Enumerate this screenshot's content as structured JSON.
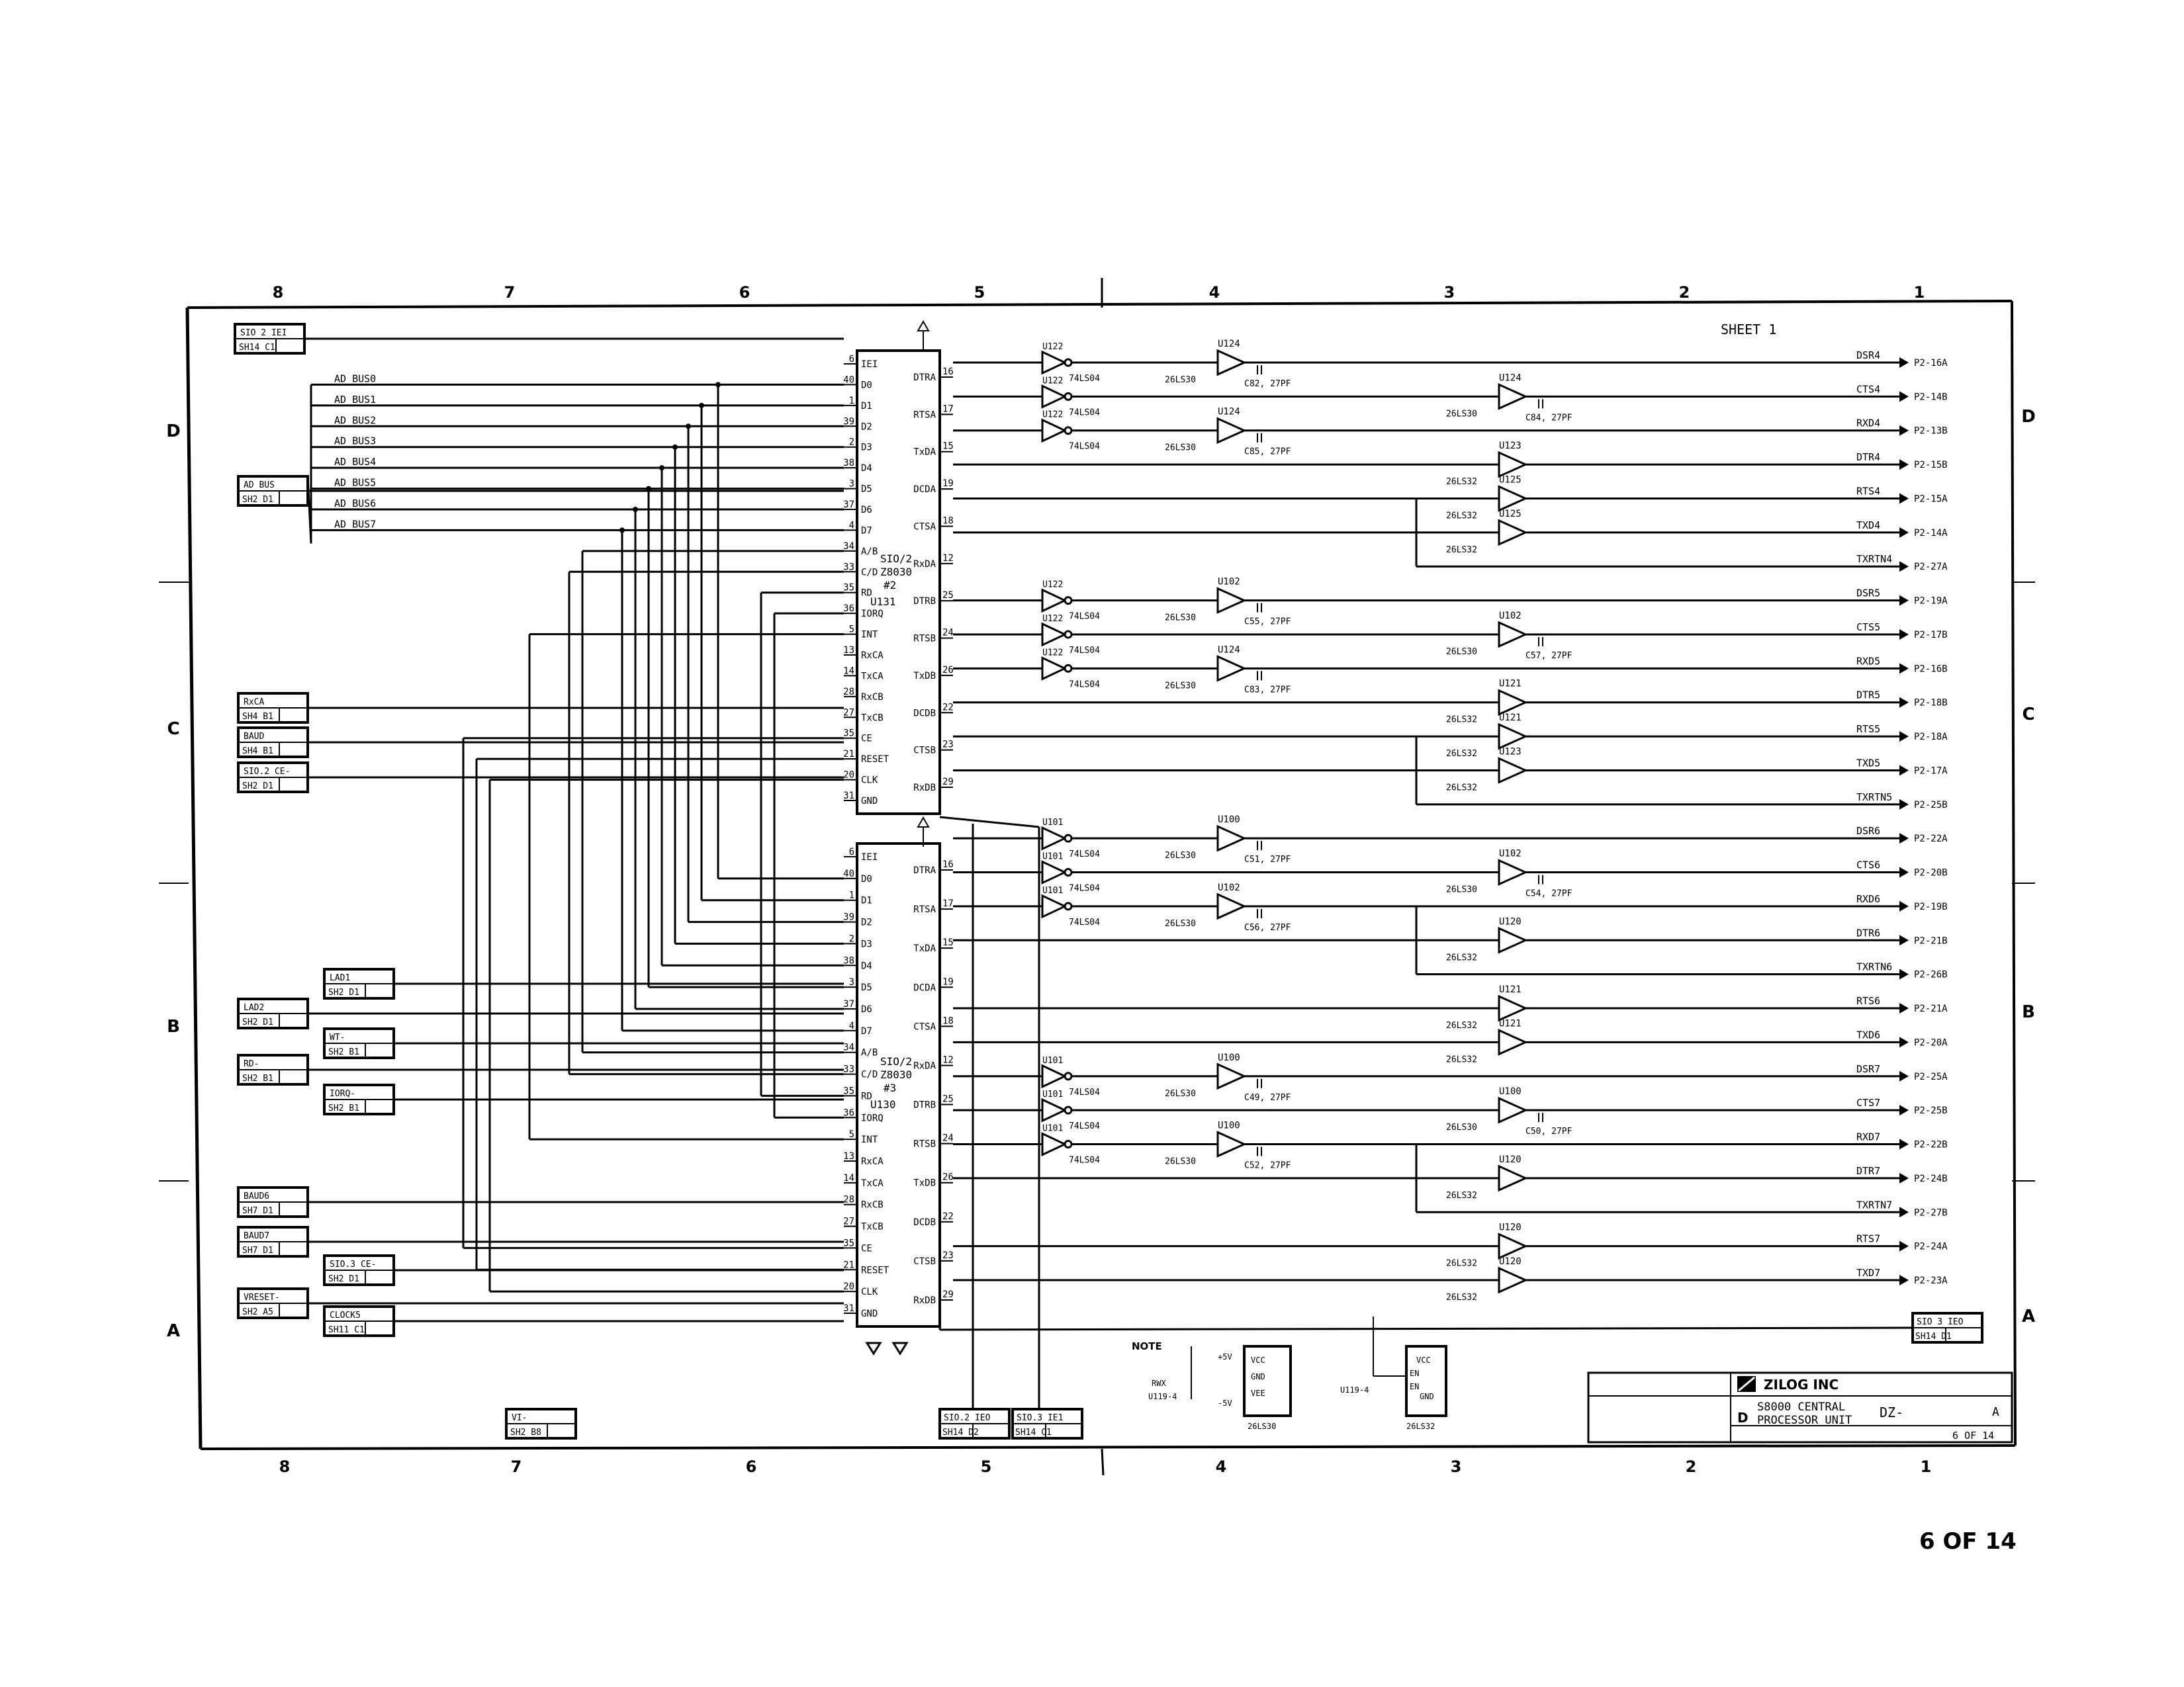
{
  "sheet": {
    "page_number": "6 OF 14",
    "zone_columns": [
      "8",
      "7",
      "6",
      "5",
      "4",
      "3",
      "2",
      "1"
    ],
    "zone_rows": [
      "D",
      "C",
      "B",
      "A"
    ],
    "sheet_ref": "SHEET 1"
  },
  "title_block": {
    "company": "ZILOG INC",
    "size": "D",
    "title_line1": "S8000 CENTRAL",
    "title_line2": "PROCESSOR UNIT",
    "doc_prefix": "DZ-",
    "sheet": "6 OF 14",
    "rev": "A"
  },
  "chips": {
    "upper": {
      "name": "SIO/2 Z8030 #2",
      "ref": "U131",
      "left_pins": [
        {
          "num": "6",
          "label": "IEI"
        },
        {
          "num": "40",
          "label": "D0"
        },
        {
          "num": "1",
          "label": "D1"
        },
        {
          "num": "39",
          "label": "D2"
        },
        {
          "num": "2",
          "label": "D3"
        },
        {
          "num": "38",
          "label": "D4"
        },
        {
          "num": "3",
          "label": "D5"
        },
        {
          "num": "37",
          "label": "D6"
        },
        {
          "num": "4",
          "label": "D7"
        },
        {
          "num": "34",
          "label": "A/B"
        },
        {
          "num": "33",
          "label": "C/D"
        },
        {
          "num": "35",
          "label": "RD"
        },
        {
          "num": "36",
          "label": "IORQ"
        },
        {
          "num": "5",
          "label": "INT"
        },
        {
          "num": "13",
          "label": "RxCA"
        },
        {
          "num": "14",
          "label": "TxCA"
        },
        {
          "num": "28",
          "label": "RxCB"
        },
        {
          "num": "27",
          "label": "TxCB"
        },
        {
          "num": "35",
          "label": "CE"
        },
        {
          "num": "21",
          "label": "RESET"
        },
        {
          "num": "20",
          "label": "CLK"
        },
        {
          "num": "31",
          "label": "GND"
        }
      ],
      "right_pins": [
        {
          "num": "16",
          "label": "DTRA"
        },
        {
          "num": "17",
          "label": "RTSA"
        },
        {
          "num": "15",
          "label": "TxDA"
        },
        {
          "num": "19",
          "label": "DCDA"
        },
        {
          "num": "18",
          "label": "CTSA"
        },
        {
          "num": "12",
          "label": "RxDA"
        },
        {
          "num": "25",
          "label": "DTRB"
        },
        {
          "num": "24",
          "label": "RTSB"
        },
        {
          "num": "26",
          "label": "TxDB"
        },
        {
          "num": "22",
          "label": "DCDB"
        },
        {
          "num": "23",
          "label": "CTSB"
        },
        {
          "num": "29",
          "label": "RxDB"
        }
      ]
    },
    "lower": {
      "name": "SIO/2 Z8030 #3",
      "ref": "U130",
      "left_pins": [
        {
          "num": "6",
          "label": "IEI"
        },
        {
          "num": "40",
          "label": "D0"
        },
        {
          "num": "1",
          "label": "D1"
        },
        {
          "num": "39",
          "label": "D2"
        },
        {
          "num": "2",
          "label": "D3"
        },
        {
          "num": "38",
          "label": "D4"
        },
        {
          "num": "3",
          "label": "D5"
        },
        {
          "num": "37",
          "label": "D6"
        },
        {
          "num": "4",
          "label": "D7"
        },
        {
          "num": "34",
          "label": "A/B"
        },
        {
          "num": "33",
          "label": "C/D"
        },
        {
          "num": "35",
          "label": "RD"
        },
        {
          "num": "36",
          "label": "IORQ"
        },
        {
          "num": "5",
          "label": "INT"
        },
        {
          "num": "13",
          "label": "RxCA"
        },
        {
          "num": "14",
          "label": "TxCA"
        },
        {
          "num": "28",
          "label": "RxCB"
        },
        {
          "num": "27",
          "label": "TxCB"
        },
        {
          "num": "35",
          "label": "CE"
        },
        {
          "num": "21",
          "label": "RESET"
        },
        {
          "num": "20",
          "label": "CLK"
        },
        {
          "num": "31",
          "label": "GND"
        }
      ],
      "right_pins": [
        {
          "num": "16",
          "label": "DTRA"
        },
        {
          "num": "17",
          "label": "RTSA"
        },
        {
          "num": "15",
          "label": "TxDA"
        },
        {
          "num": "19",
          "label": "DCDA"
        },
        {
          "num": "18",
          "label": "CTSA"
        },
        {
          "num": "12",
          "label": "RxDA"
        },
        {
          "num": "25",
          "label": "DTRB"
        },
        {
          "num": "24",
          "label": "RTSB"
        },
        {
          "num": "26",
          "label": "TxDB"
        },
        {
          "num": "22",
          "label": "DCDB"
        },
        {
          "num": "23",
          "label": "CTSB"
        },
        {
          "num": "29",
          "label": "RxDB"
        }
      ]
    }
  },
  "offpage_inputs": [
    {
      "label": "SIO 2 IEI",
      "ref": "SH14 C1"
    },
    {
      "label": "AD BUS",
      "ref": "SH2 D1"
    },
    {
      "label": "RxCA",
      "ref": "SH4 B1"
    },
    {
      "label": "BAUD",
      "ref": "SH4 B1"
    },
    {
      "label": "SIO.2 CE-",
      "ref": "SH2 D1"
    },
    {
      "label": "LAD1",
      "ref": "SH2 D1"
    },
    {
      "label": "LAD2",
      "ref": "SH2 D1"
    },
    {
      "label": "WT-",
      "ref": "SH2 B1"
    },
    {
      "label": "RD-",
      "ref": "SH2 B1"
    },
    {
      "label": "IORQ-",
      "ref": "SH2 B1"
    },
    {
      "label": "BAUD6",
      "ref": "SH7 D1"
    },
    {
      "label": "BAUD7",
      "ref": "SH7 D1"
    },
    {
      "label": "SIO.3 CE-",
      "ref": "SH2 D1"
    },
    {
      "label": "VRESET-",
      "ref": "SH2 A5"
    },
    {
      "label": "CLOCK5",
      "ref": "SH11 C1"
    },
    {
      "label": "VI-",
      "ref": "SH2 B8"
    }
  ],
  "bus_labels": [
    "AD BUS0",
    "AD BUS1",
    "AD BUS2",
    "AD BUS3",
    "AD BUS4",
    "AD BUS5",
    "AD BUS6",
    "AD BUS7"
  ],
  "offpage_outputs_bottom": [
    {
      "label": "SIO.2 IEO",
      "ref": "SH14 D2"
    },
    {
      "label": "SIO.3 IE1",
      "ref": "SH14 C1"
    },
    {
      "label": "SIO 3 IEO",
      "ref": "SH14 D1"
    }
  ],
  "port_signals": [
    {
      "signal": "DSR4",
      "pin": "P2-16A",
      "dir": "in",
      "gate": "U124",
      "type": "26LS30",
      "cap": "C82, 27PF"
    },
    {
      "signal": "CTS4",
      "pin": "P2-14B",
      "dir": "out",
      "gate": "U124",
      "type": "26LS30",
      "cap": "C84, 27PF"
    },
    {
      "signal": "RXD4",
      "pin": "P2-13B",
      "dir": "in",
      "gate": "U124",
      "type": "26LS30",
      "cap": "C85, 27PF"
    },
    {
      "signal": "DTR4",
      "pin": "P2-15B",
      "dir": "out",
      "gate": "U123",
      "type": "26LS32",
      "cap": ""
    },
    {
      "signal": "RTS4",
      "pin": "P2-15A",
      "dir": "out",
      "gate": "U125",
      "type": "26LS32",
      "cap": ""
    },
    {
      "signal": "TXD4",
      "pin": "P2-14A",
      "dir": "out",
      "gate": "U125",
      "type": "26LS32",
      "cap": ""
    },
    {
      "signal": "TXRTN4",
      "pin": "P2-27A",
      "dir": "out",
      "gate": "",
      "type": "",
      "cap": ""
    },
    {
      "signal": "DSR5",
      "pin": "P2-19A",
      "dir": "in",
      "gate": "U102",
      "type": "26LS30",
      "cap": "C55, 27PF"
    },
    {
      "signal": "CTS5",
      "pin": "P2-17B",
      "dir": "out",
      "gate": "U102",
      "type": "26LS30",
      "cap": "C57, 27PF"
    },
    {
      "signal": "RXD5",
      "pin": "P2-16B",
      "dir": "in",
      "gate": "U124",
      "type": "26LS30",
      "cap": "C83, 27PF"
    },
    {
      "signal": "DTR5",
      "pin": "P2-18B",
      "dir": "out",
      "gate": "U121",
      "type": "26LS32",
      "cap": ""
    },
    {
      "signal": "RTS5",
      "pin": "P2-18A",
      "dir": "out",
      "gate": "U121",
      "type": "26LS32",
      "cap": ""
    },
    {
      "signal": "TXD5",
      "pin": "P2-17A",
      "dir": "out",
      "gate": "U123",
      "type": "26LS32",
      "cap": ""
    },
    {
      "signal": "TXRTN5",
      "pin": "P2-25B",
      "dir": "out",
      "gate": "",
      "type": "",
      "cap": ""
    },
    {
      "signal": "DSR6",
      "pin": "P2-22A",
      "dir": "in",
      "gate": "U100",
      "type": "26LS30",
      "cap": "C51, 27PF"
    },
    {
      "signal": "CTS6",
      "pin": "P2-20B",
      "dir": "out",
      "gate": "U102",
      "type": "26LS30",
      "cap": "C54, 27PF"
    },
    {
      "signal": "RXD6",
      "pin": "P2-19B",
      "dir": "in",
      "gate": "U102",
      "type": "26LS30",
      "cap": "C56, 27PF"
    },
    {
      "signal": "DTR6",
      "pin": "P2-21B",
      "dir": "out",
      "gate": "U120",
      "type": "26LS32",
      "cap": ""
    },
    {
      "signal": "TXRTN6",
      "pin": "P2-26B",
      "dir": "out",
      "gate": "",
      "type": "",
      "cap": ""
    },
    {
      "signal": "RTS6",
      "pin": "P2-21A",
      "dir": "out",
      "gate": "U121",
      "type": "26LS32",
      "cap": ""
    },
    {
      "signal": "TXD6",
      "pin": "P2-20A",
      "dir": "out",
      "gate": "U121",
      "type": "26LS32",
      "cap": ""
    },
    {
      "signal": "DSR7",
      "pin": "P2-25A",
      "dir": "in",
      "gate": "U100",
      "type": "26LS30",
      "cap": "C49, 27PF"
    },
    {
      "signal": "CTS7",
      "pin": "P2-25B",
      "dir": "out",
      "gate": "U100",
      "type": "26LS30",
      "cap": "C50, 27PF"
    },
    {
      "signal": "RXD7",
      "pin": "P2-22B",
      "dir": "in",
      "gate": "U100",
      "type": "26LS30",
      "cap": "C52, 27PF"
    },
    {
      "signal": "DTR7",
      "pin": "P2-24B",
      "dir": "out",
      "gate": "U120",
      "type": "26LS32",
      "cap": ""
    },
    {
      "signal": "TXRTN7",
      "pin": "P2-27B",
      "dir": "out",
      "gate": "",
      "type": "",
      "cap": ""
    },
    {
      "signal": "RTS7",
      "pin": "P2-24A",
      "dir": "out",
      "gate": "U120",
      "type": "26LS32",
      "cap": ""
    },
    {
      "signal": "TXD7",
      "pin": "P2-23A",
      "dir": "out",
      "gate": "U120",
      "type": "26LS32",
      "cap": ""
    }
  ],
  "inverters": [
    {
      "ref": "U122",
      "type": "74LS04"
    },
    {
      "ref": "U122",
      "type": "74LS04"
    },
    {
      "ref": "U122",
      "type": "74LS04"
    },
    {
      "ref": "U122",
      "type": "74LS04"
    },
    {
      "ref": "U122",
      "type": "74LS04"
    },
    {
      "ref": "U122",
      "type": "74LS04"
    },
    {
      "ref": "U101",
      "type": "74LS04"
    },
    {
      "ref": "U101",
      "type": "74LS04"
    },
    {
      "ref": "U101",
      "type": "74LS04"
    },
    {
      "ref": "U101",
      "type": "74LS04"
    },
    {
      "ref": "U101",
      "type": "74LS04"
    },
    {
      "ref": "U101",
      "type": "74LS04"
    }
  ],
  "note": {
    "label": "NOTE",
    "chip1": {
      "type": "26LS30",
      "ref": "U119-4",
      "pins": [
        "+5V",
        "VCC",
        "GND",
        "-5V",
        "VEE",
        "RWX"
      ]
    },
    "chip2": {
      "type": "26LS32",
      "ref": "U119-4",
      "pins": [
        "VCC",
        "GND",
        "EN",
        "EN"
      ]
    }
  }
}
